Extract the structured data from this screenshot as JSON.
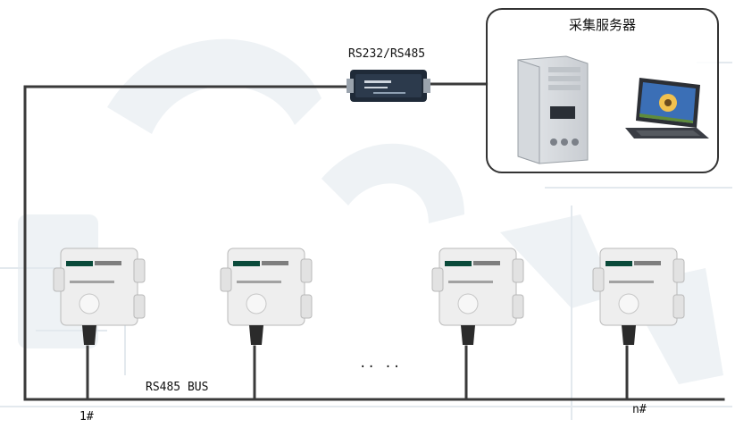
{
  "server_group": {
    "title": "采集服务器"
  },
  "converter": {
    "label": "RS232/RS485"
  },
  "bus": {
    "label": "RS485 BUS"
  },
  "ellipsis": "·· ··",
  "sensors": [
    {
      "id": "sensor-1",
      "label": "1#"
    },
    {
      "id": "sensor-2",
      "label": ""
    },
    {
      "id": "sensor-3",
      "label": ""
    },
    {
      "id": "sensor-n",
      "label": "n#"
    }
  ],
  "colors": {
    "wire": "#3a3a3a",
    "sensor_body": "#eeeeee",
    "sensor_label": "#0a4a3a",
    "screen": "#3b6fb6",
    "watermark": "#e9eef2"
  }
}
